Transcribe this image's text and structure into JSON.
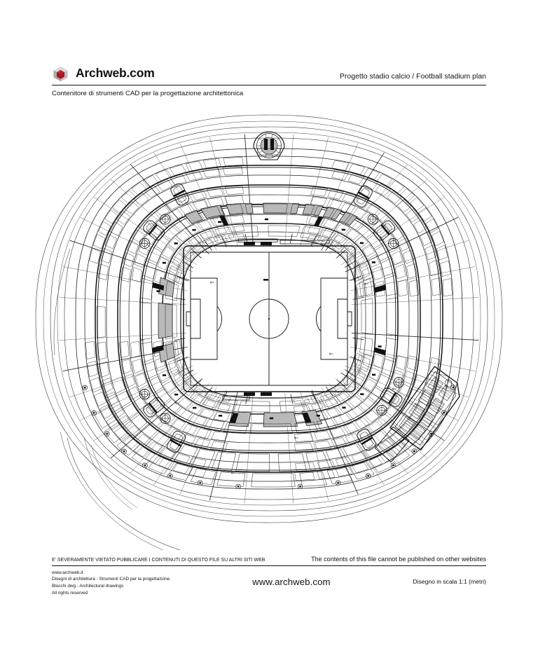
{
  "page": {
    "background": "#ffffff",
    "ink": "#111111"
  },
  "header": {
    "logo_icon": "archweb-hexagon-cube-logo",
    "logo_colors": {
      "shell": "#b8b8b8",
      "core": "#a51722"
    },
    "brand": "Archweb.com",
    "title": "Progetto stadio calcio  /  Football stadium plan",
    "subtitle": "Contenitore di strumenti CAD per la progettazione architettonica"
  },
  "drawing": {
    "name": "football-stadium-plan",
    "description": "CAD plan view of a football stadium: rectangular pitch enclosed by concentric oval seating tiers, radial circulation grid, corner stair towers and perimeter concourse.",
    "line_color": "#111111",
    "fill_shade": "#b9b9b9",
    "pitch": {
      "markings": [
        "touchline",
        "halfway-line",
        "centre-circle",
        "centre-spot",
        "penalty-area-left",
        "penalty-area-right",
        "goal-area-left",
        "goal-area-right",
        "penalty-arc-left",
        "penalty-arc-right",
        "goal-left",
        "goal-right"
      ]
    },
    "features": [
      "seating-tier-lower",
      "seating-tier-middle",
      "seating-tier-upper",
      "radial-grid-lines",
      "corner-stair-tower",
      "north-tower-circular",
      "service-rooms",
      "perimeter-concourse",
      "column-grid-markers",
      "site-contour-lines"
    ]
  },
  "footer": {
    "warning_it": "E' SEVERAMENTE VIETATO PUBBLICARE I CONTENUTI DI QUESTO FILE SU ALTRI SITI WEB",
    "warning_en": "The contents of this file cannot be published on other websites",
    "info_lines": [
      "www.archweb.it",
      "Disegni di architettura - Strumenti CAD  per la progettazione",
      "Blocchi dwg - Architectural drawings",
      "All rights reserved"
    ],
    "site": "www.archweb.com",
    "scale": "Disegno in scala 1:1 (metri)"
  }
}
